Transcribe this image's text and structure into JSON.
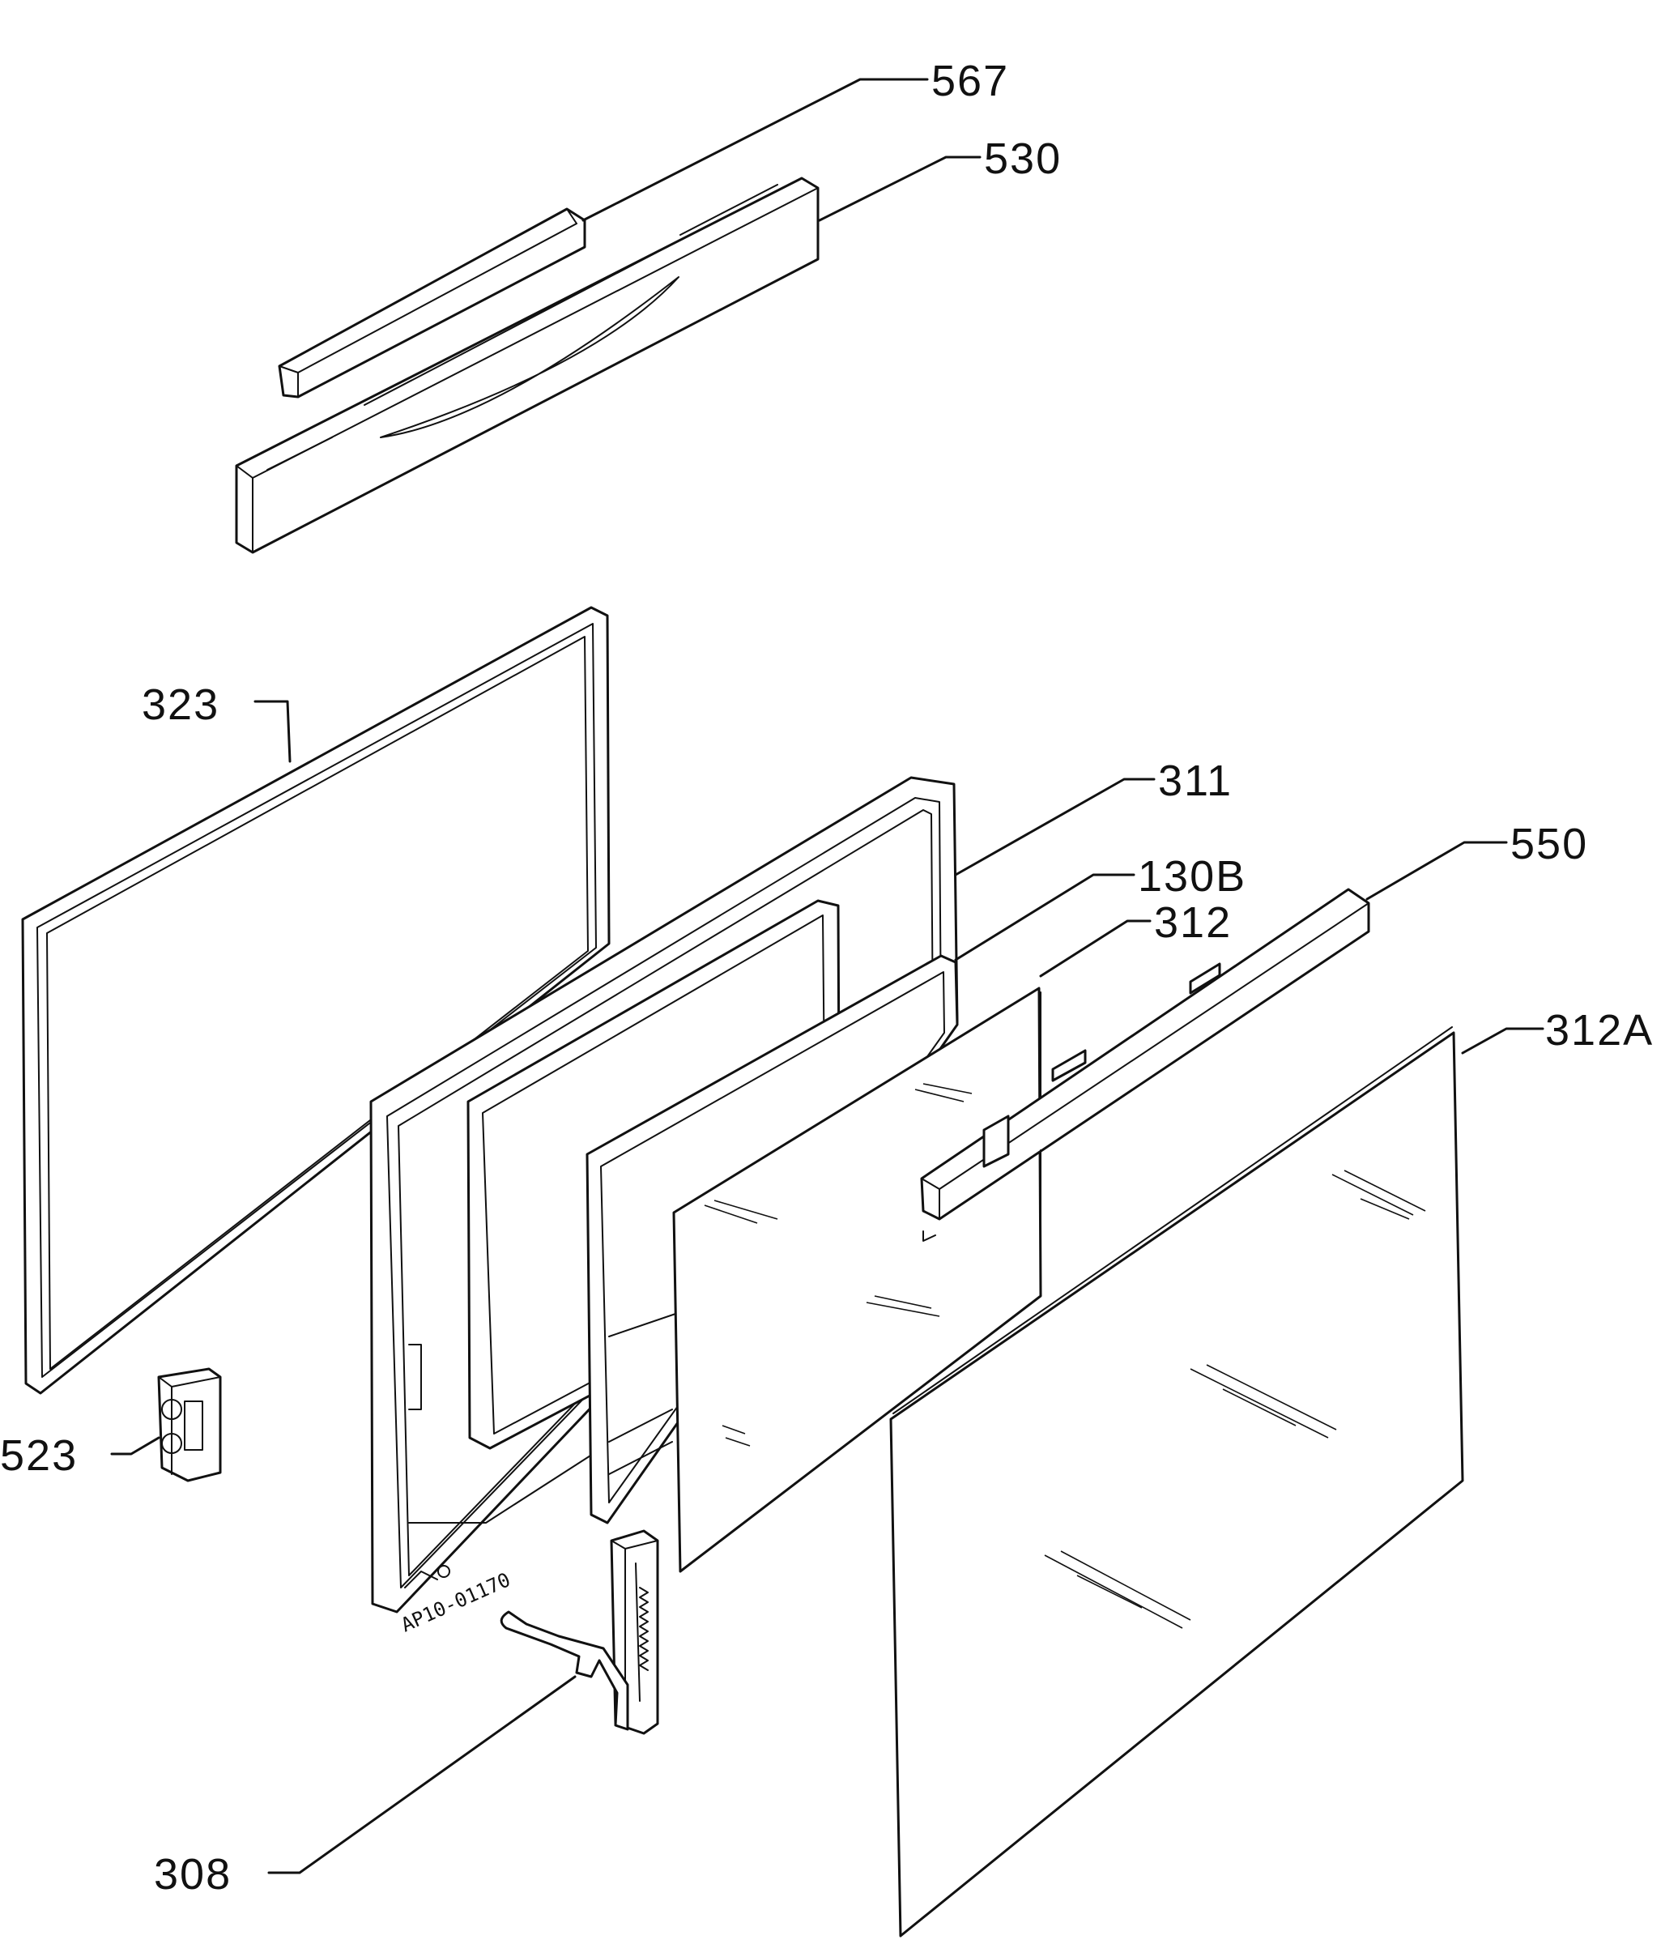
{
  "diagram": {
    "drawing_code": "AP10-01170",
    "parts": [
      {
        "id": "567",
        "label": "567"
      },
      {
        "id": "530",
        "label": "530"
      },
      {
        "id": "323",
        "label": "323"
      },
      {
        "id": "311",
        "label": "311"
      },
      {
        "id": "130b",
        "label": "130B"
      },
      {
        "id": "312",
        "label": "312"
      },
      {
        "id": "550",
        "label": "550"
      },
      {
        "id": "312a",
        "label": "312A"
      },
      {
        "id": "523",
        "label": "523"
      },
      {
        "id": "308",
        "label": "308"
      }
    ]
  }
}
